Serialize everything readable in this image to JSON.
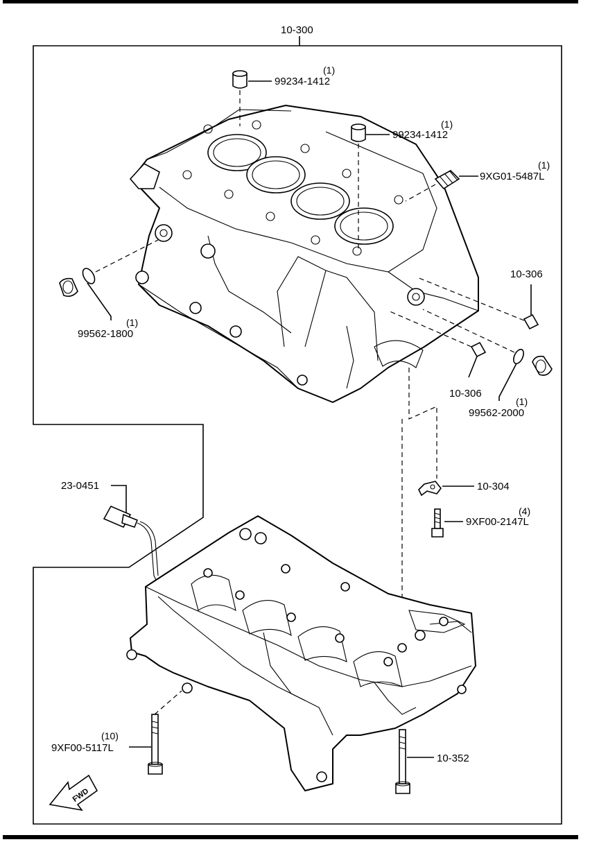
{
  "callouts": {
    "top_assembly": "10-300",
    "plug_upper_left": {
      "part": "99234-1412",
      "qty": "(1)"
    },
    "plug_upper_right": {
      "part": "99234-1412",
      "qty": "(1)"
    },
    "stud_top_right": {
      "part": "9XG01-5487L",
      "qty": "(1)"
    },
    "oring_left": {
      "part": "99562-1800",
      "qty": "(1)"
    },
    "dowel_right_upper": "10-306",
    "dowel_right_lower": "10-306",
    "oring_right": {
      "part": "99562-2000",
      "qty": "(1)"
    },
    "sensor": "23-0451",
    "bracket": "10-304",
    "bolt_small": {
      "part": "9XF00-2147L",
      "qty": "(4)"
    },
    "bolt_long_left": {
      "part": "9XF00-5117L",
      "qty": "(10)"
    },
    "bolt_long_right": "10-352"
  },
  "direction_indicator": "FWD"
}
